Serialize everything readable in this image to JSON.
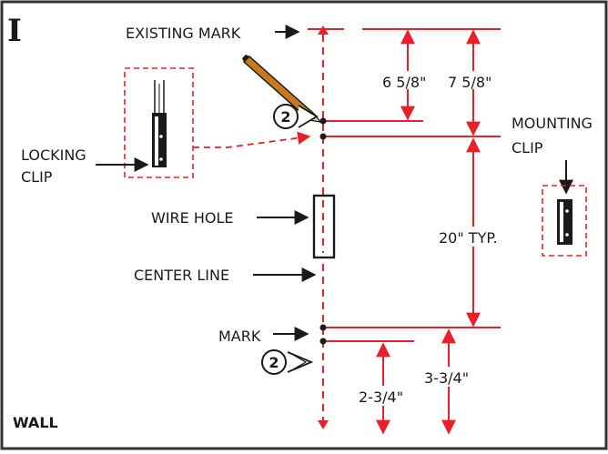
{
  "step_label": "I",
  "labels": {
    "existing_mark": "EXISTING MARK",
    "locking_clip_line1": "LOCKING",
    "locking_clip_line2": "CLIP",
    "mounting_clip_line1": "MOUNTING",
    "mounting_clip_line2": "CLIP",
    "wire_hole": "WIRE HOLE",
    "center_line": "CENTER LINE",
    "mark": "MARK",
    "wall": "WALL"
  },
  "dimensions": {
    "dim_1": "6 5/8\"",
    "dim_2": "7 5/8\"",
    "dim_3": "20\" TYP.",
    "dim_4": "2-3/4\"",
    "dim_5": "3-3/4\""
  },
  "callouts": {
    "top": "2",
    "bottom": "2"
  },
  "colors": {
    "dimension_red": "#e8202a",
    "ink": "#1a1a1a",
    "border": "#333333"
  }
}
